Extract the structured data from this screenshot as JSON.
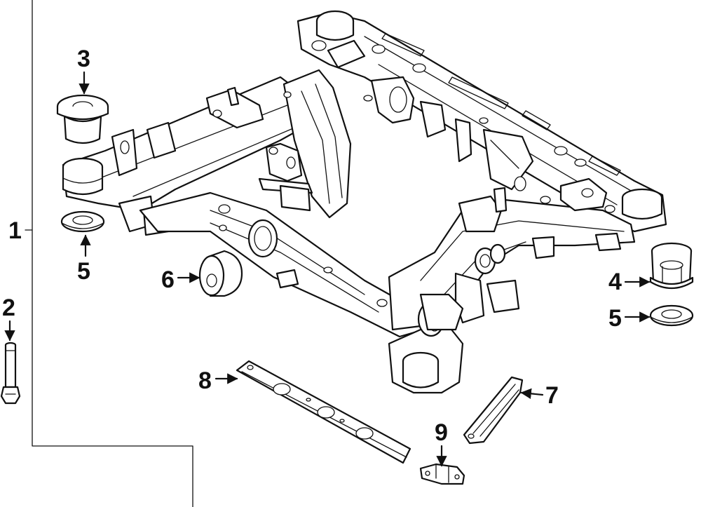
{
  "callouts": [
    {
      "id": "c1",
      "label": "1"
    },
    {
      "id": "c2",
      "label": "2"
    },
    {
      "id": "c3",
      "label": "3"
    },
    {
      "id": "c4",
      "label": "4"
    },
    {
      "id": "c5a",
      "label": "5"
    },
    {
      "id": "c5b",
      "label": "5"
    },
    {
      "id": "c6",
      "label": "6"
    },
    {
      "id": "c7",
      "label": "7"
    },
    {
      "id": "c8",
      "label": "8"
    },
    {
      "id": "c9",
      "label": "9"
    }
  ]
}
